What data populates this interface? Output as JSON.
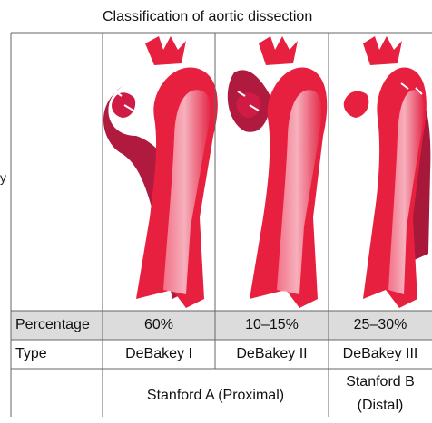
{
  "title": "Classification of aortic dissection",
  "stray_char": "y",
  "rows": {
    "percentage": {
      "label": "Percentage",
      "values": [
        "60%",
        "10–15%",
        "25–30%"
      ]
    },
    "type": {
      "label": "Type",
      "values": [
        "DeBakey I",
        "DeBakey II",
        "DeBakey III"
      ]
    }
  },
  "stanford_a": "Stanford A (Proximal)",
  "stanford_b": {
    "line1": "Stanford B",
    "line2": "(Distal)"
  },
  "colors": {
    "aorta": "#e8203f",
    "aorta_light": "#f7a5b2",
    "dissection": "#a8183a",
    "shade": "#dcdcdc"
  },
  "illustrations": [
    "debakey-i-aorta",
    "debakey-ii-aorta",
    "debakey-iii-aorta"
  ]
}
